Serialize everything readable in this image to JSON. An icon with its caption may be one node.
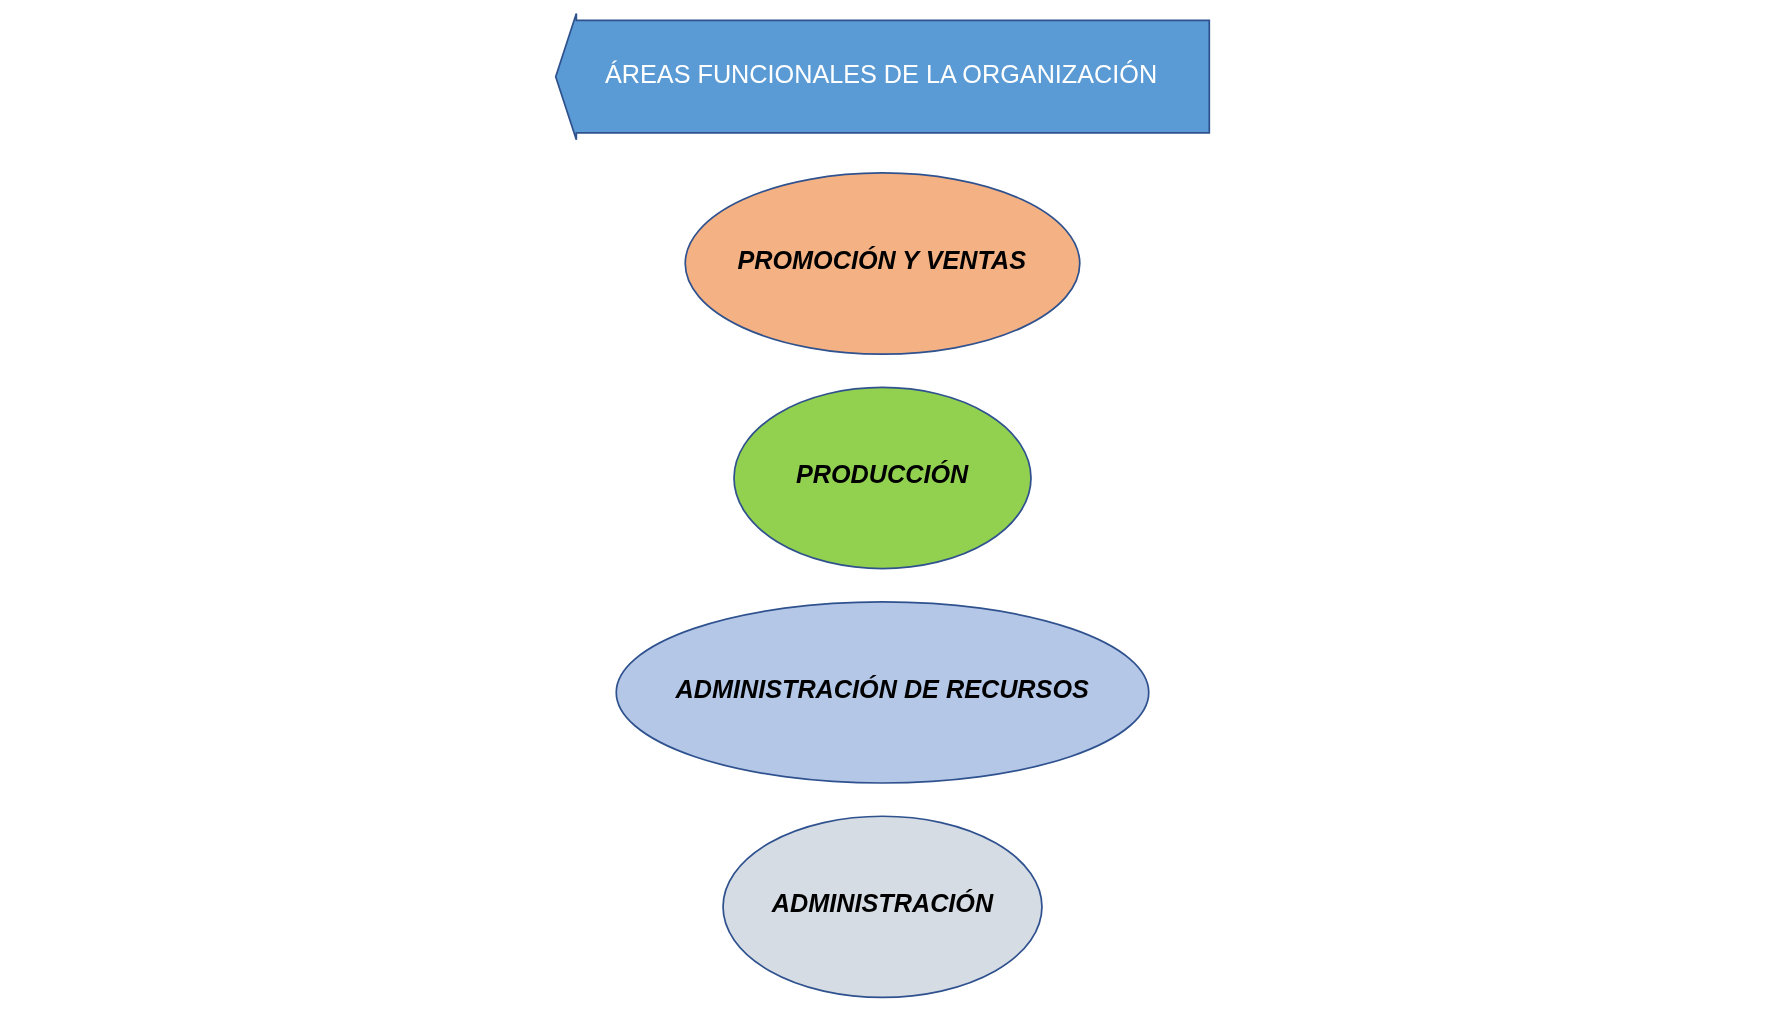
{
  "diagram": {
    "nodes": [
      {
        "text": [
          "PRODUCCIÓN"
        ]
      },
      {
        "text": [
          "ÁREAS FUNCIONALES DE LA ORGANIZACIÓN"
        ]
      },
      {
        "text": [
          "ADMINISTRACIÓN"
        ]
      },
      {
        "text": [
          "PROMOCIÓN Y VENTAS"
        ]
      },
      {
        "text": [
          "ADMINISTRACIÓN DE RECURSOS"
        ]
      }
    ],
    "edges": []
  }
}
